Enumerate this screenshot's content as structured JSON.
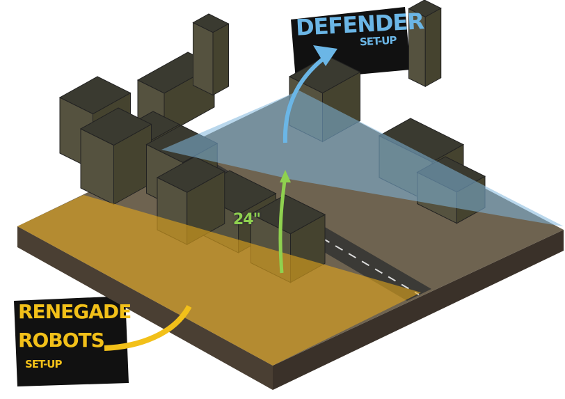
{
  "defender_label": {
    "title": "DEFENDER",
    "subtitle": "SET-UP"
  },
  "robots_label": {
    "title_line1": "RENEGADE",
    "title_line2": "ROBOTS",
    "subtitle": "SET-UP"
  },
  "distance_label": "24\"",
  "colors": {
    "defender_zone": "#7fb6dc",
    "robots_zone": "#e3a61c",
    "distance_arrow": "#8fd14f",
    "board_side": "#4a3f33",
    "ground": "#6e6350",
    "building": "#4b4a3a"
  }
}
